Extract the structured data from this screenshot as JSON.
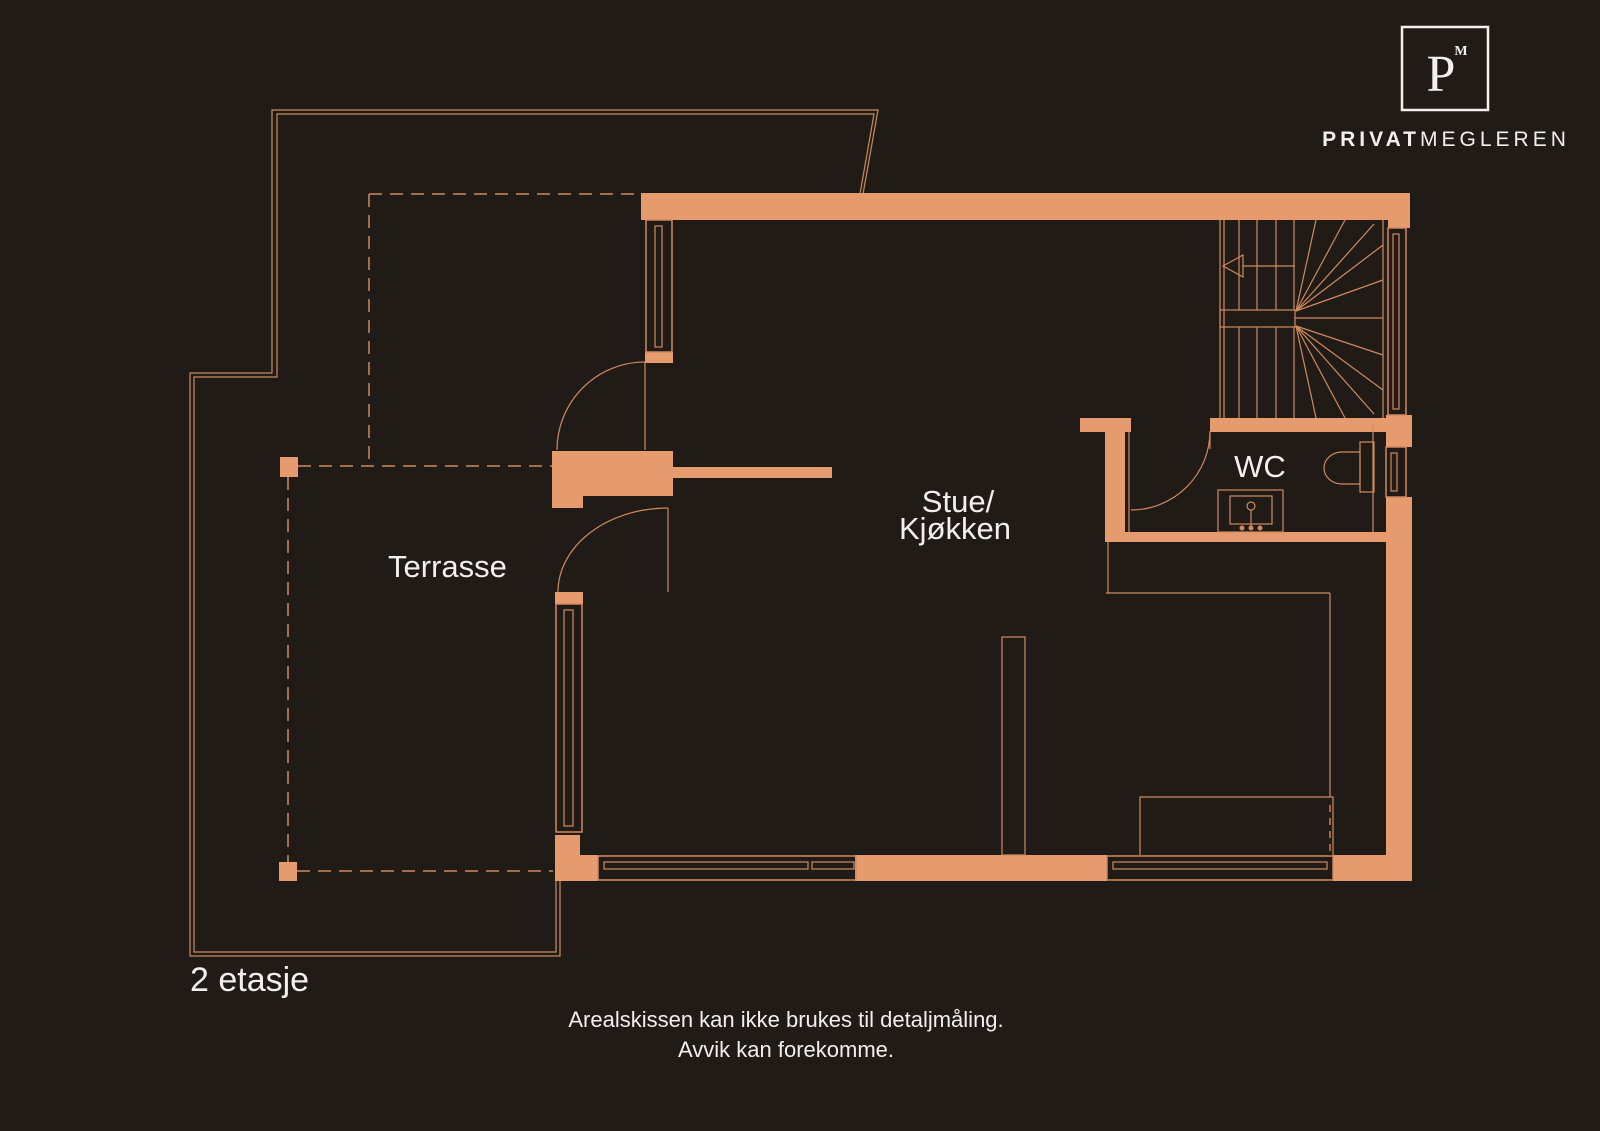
{
  "logo": {
    "monogram": "P",
    "crown": "M",
    "brand_bold": "PRIVAT",
    "brand_light": "MEGLEREN"
  },
  "labels": {
    "terrace": "Terrasse",
    "living1": "Stue/",
    "living2": "Kjøkken",
    "wc": "WC",
    "floor": "2 etasje"
  },
  "disclaimer": {
    "line1": "Arealskissen kan ikke brukes til detaljmåling.",
    "line2": "Avvik kan forekomme."
  },
  "colors": {
    "background": "#211b17",
    "wall": "#e69b6e",
    "line": "#cf8a5e",
    "text": "#f2efec"
  }
}
